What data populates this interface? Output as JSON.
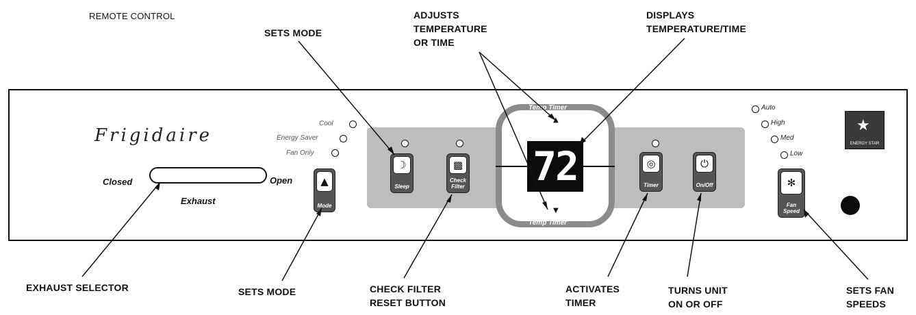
{
  "labels": {
    "remote_control": "REMOTE CONTROL",
    "sets_mode_top": "SETS MODE",
    "adjusts_1": "ADJUSTS",
    "adjusts_2": "TEMPERATURE",
    "adjusts_3": "OR TIME",
    "displays_1": "DISPLAYS",
    "displays_2": "TEMPERATURE/TIME",
    "exhaust_selector": "EXHAUST SELECTOR",
    "sets_mode_bottom": "SETS MODE",
    "check_filter_1": "CHECK FILTER",
    "check_filter_2": "RESET BUTTON",
    "activates_1": "ACTIVATES",
    "activates_2": "TIMER",
    "turns_1": "TURNS UNIT",
    "turns_2": "ON OR OFF",
    "fan_1": "SETS FAN",
    "fan_2": "SPEEDS"
  },
  "panel": {
    "brand": "Frigidaire",
    "closed": "Closed",
    "open": "Open",
    "exhaust": "Exhaust",
    "mode_options": [
      "Cool",
      "Energy Saver",
      "Fan Only"
    ],
    "fan_options": [
      "Auto",
      "High",
      "Med",
      "Low"
    ],
    "display_value": "72",
    "temp_timer_top": "Temp Timer",
    "temp_timer_bottom": "Temp Timer",
    "energy_star_text": "ENERGY STAR",
    "buttons": {
      "mode": "Mode",
      "sleep": "Sleep",
      "check_filter_1": "Check",
      "check_filter_2": "Filter",
      "timer": "Timer",
      "onoff_1": "On",
      "onoff_2": "/Off",
      "fan_speed_1": "Fan",
      "fan_speed_2": "Speed"
    }
  }
}
